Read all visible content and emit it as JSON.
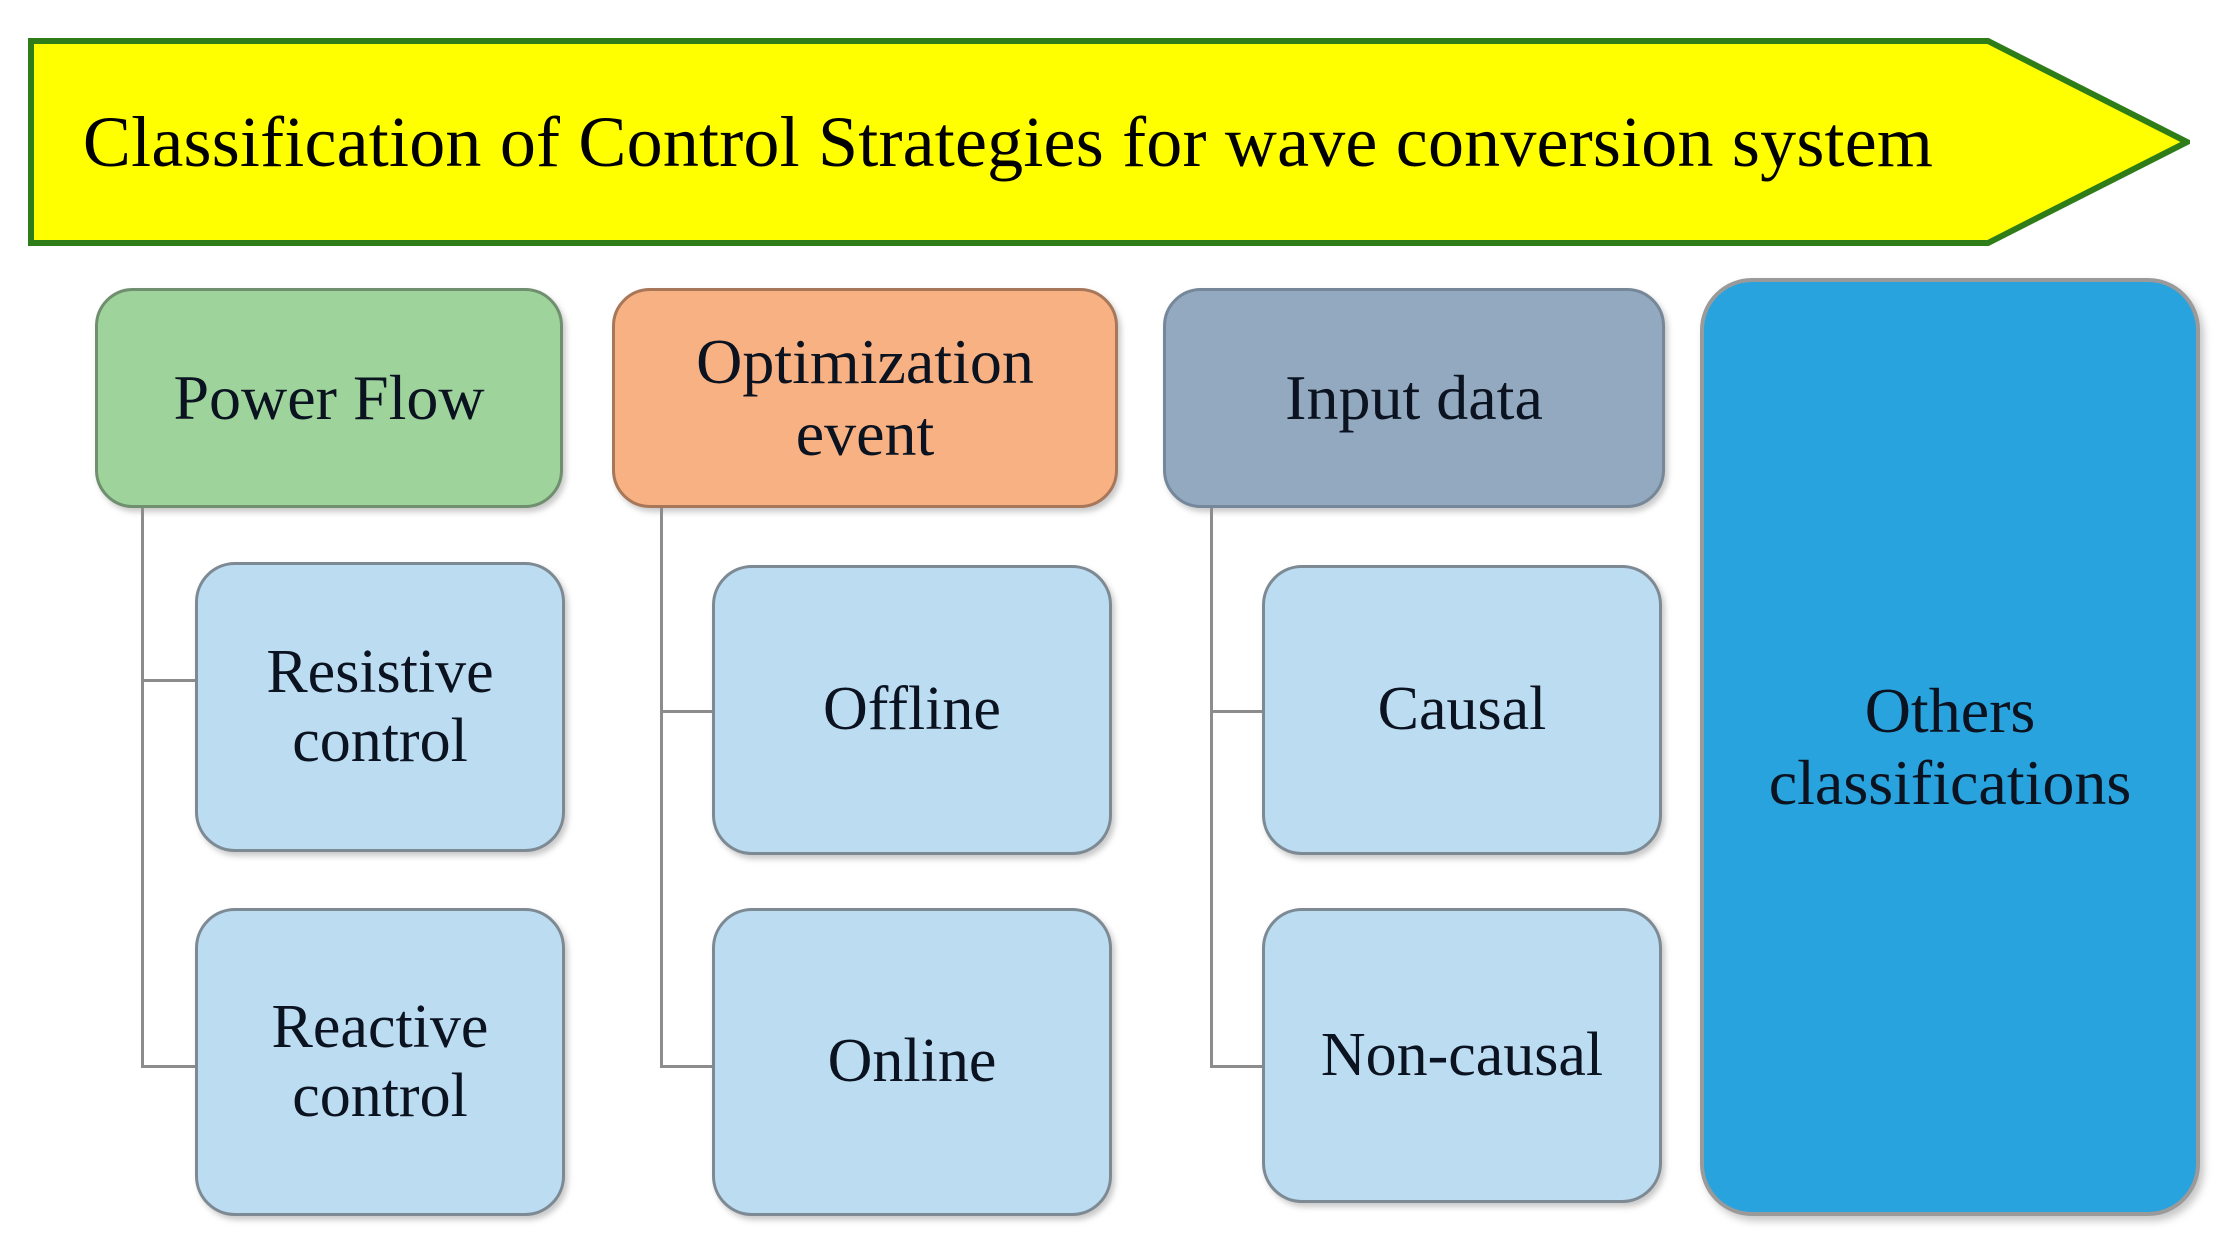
{
  "banner": {
    "title": "Classification of Control Strategies for wave conversion system",
    "fill_color": "#FFFF00",
    "border_color": "#2E7D18",
    "shape": "right-arrow-pentagon"
  },
  "columns": [
    {
      "header": {
        "label": "Power Flow",
        "color": "#9ED49C"
      },
      "children": [
        {
          "label": "Resistive control",
          "color": "#BCDCF2"
        },
        {
          "label": "Reactive control",
          "color": "#BCDCF2"
        }
      ]
    },
    {
      "header": {
        "label": "Optimization event",
        "color": "#F8B183"
      },
      "children": [
        {
          "label": "Offline",
          "color": "#BCDCF2"
        },
        {
          "label": "Online",
          "color": "#BCDCF2"
        }
      ]
    },
    {
      "header": {
        "label": "Input data",
        "color": "#93A9BF"
      },
      "children": [
        {
          "label": "Causal",
          "color": "#BCDCF2"
        },
        {
          "label": "Non-causal",
          "color": "#BCDCF2"
        }
      ]
    }
  ],
  "others": {
    "label": "Others classifications",
    "color": "#29A3DD"
  },
  "connector_color": "#8C8C8C"
}
